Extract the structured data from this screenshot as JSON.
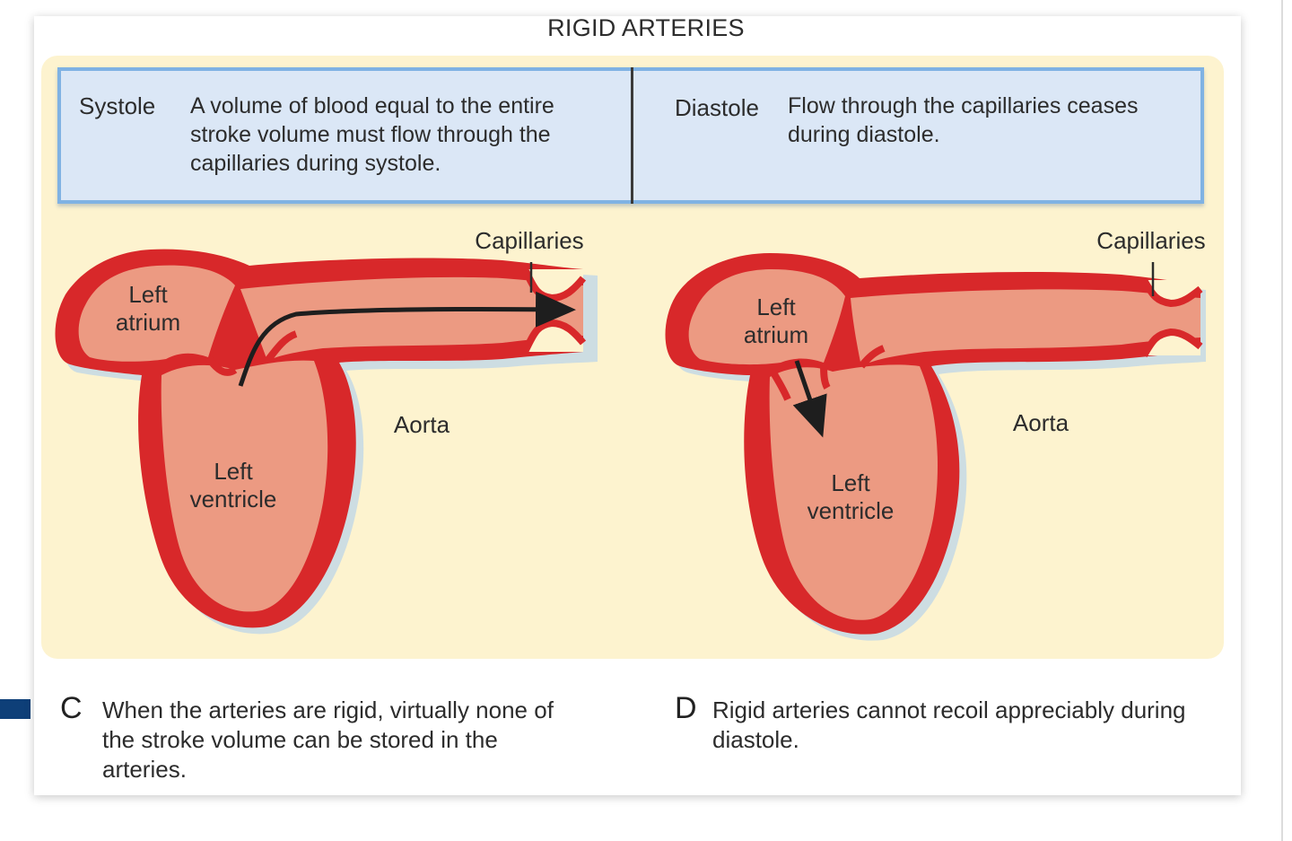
{
  "title": "RIGID ARTERIES",
  "panels": {
    "left": {
      "phase": "Systole",
      "description": "A volume of blood equal to the entire stroke volume must flow through the capillaries during systole.",
      "labels": {
        "atrium": "Left atrium",
        "ventricle": "Left ventricle",
        "aorta": "Aorta",
        "capillaries": "Capillaries"
      },
      "caption_letter": "C",
      "caption": "When the arteries are rigid, virtually none of the stroke volume can be stored in the arteries."
    },
    "right": {
      "phase": "Diastole",
      "description": "Flow through the capillaries ceases during diastole.",
      "labels": {
        "atrium": "Left atrium",
        "ventricle": "Left ventricle",
        "aorta": "Aorta",
        "capillaries": "Capillaries"
      },
      "caption_letter": "D",
      "caption": "Rigid arteries cannot recoil appreciably during diastole."
    }
  },
  "colors": {
    "wall": "#d8282a",
    "blood": "#ec9a82",
    "panel_background": "#fdf3cf",
    "info_bar": "#dbe7f6",
    "info_bar_border": "#7fb2e3"
  }
}
